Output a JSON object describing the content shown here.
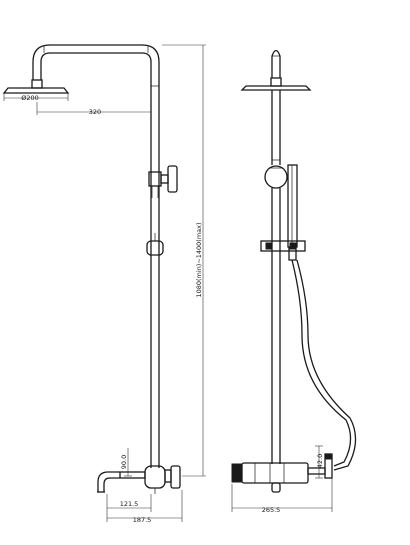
{
  "dimensions": {
    "head_diameter": "Ø200",
    "arm_reach": "320",
    "height_range": "1080(min)~1400(max)",
    "spout_height": "90.0",
    "spout_reach": "121.5",
    "bottom_width": "187.5",
    "side_depth": "265.5",
    "handshower_offset": "42.0"
  }
}
